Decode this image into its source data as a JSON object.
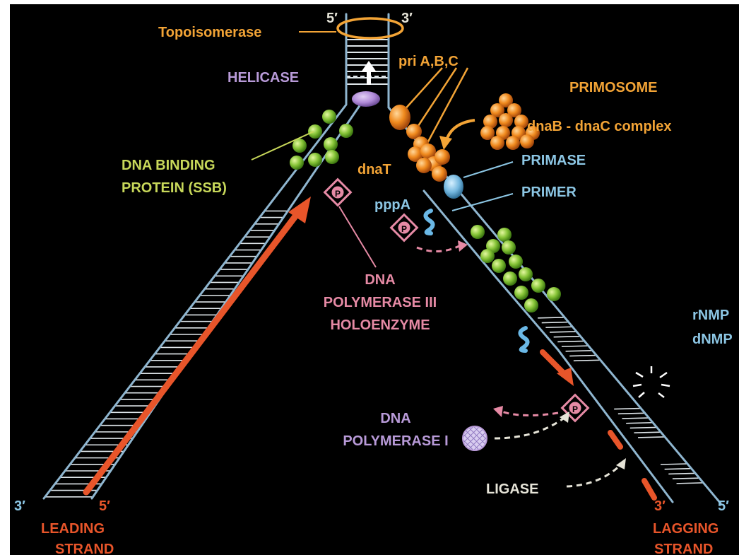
{
  "colors": {
    "background": "#000000",
    "strand": "#8fb6d0",
    "orange": "#f39a2e",
    "red_arrow": "#e8552a",
    "green_label": "#c8d85a",
    "ssb_green": "#86c437",
    "purple": "#b89ad8",
    "pink": "#e68aa5",
    "blue_label": "#8cc6e4",
    "white_label": "#e6e4d8"
  },
  "labels": {
    "topoisomerase": "Topoisomerase",
    "five_prime_top": "5′",
    "three_prime_top": "3′",
    "helicase": "HELICASE",
    "pri_abc": "pri A,B,C",
    "primosome": "PRIMOSOME",
    "dnab_dnac": "dnaB - dnaC complex",
    "ssb_line1": "DNA BINDING",
    "ssb_line2": "PROTEIN (SSB)",
    "dnat": "dnaT",
    "primase": "PRIMASE",
    "primer": "PRIMER",
    "pppa": "pppA",
    "pol3_line1": "DNA",
    "pol3_line2": "POLYMERASE III",
    "pol3_line3": "HOLOENZYME",
    "rnmp": "rNMP",
    "dnmp": "dNMP",
    "pol1_line1": "DNA",
    "pol1_line2": "POLYMERASE I",
    "ligase": "LIGASE",
    "three_prime_left": "3′",
    "five_prime_left": "5′",
    "leading_line1": "LEADING",
    "leading_line2": "STRAND",
    "three_prime_right": "3′",
    "five_prime_right": "5′",
    "lagging_line1": "LAGGING",
    "lagging_line2": "STRAND",
    "p_symbol": "P"
  }
}
